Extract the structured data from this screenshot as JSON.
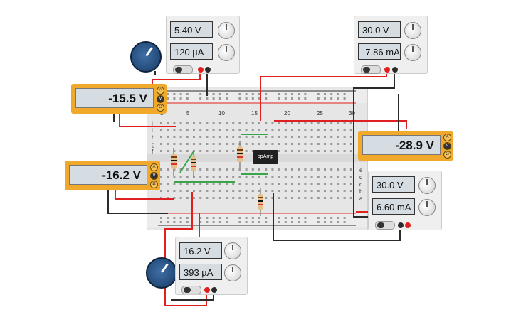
{
  "psu_top_left": {
    "voltage": "5.40 V",
    "current": "120 µA"
  },
  "psu_top_right": {
    "voltage": "30.0 V",
    "current": "-7.86 mA"
  },
  "psu_right": {
    "voltage": "30.0 V",
    "current": "6.60 mA"
  },
  "psu_bottom": {
    "voltage": "16.2 V",
    "current": "393 µA"
  },
  "meter_top_left": {
    "reading": "-15.5 V"
  },
  "meter_left": {
    "reading": "-16.2 V"
  },
  "meter_right": {
    "reading": "-28.9 V"
  },
  "chip": {
    "label": "opAmp"
  },
  "breadboard": {
    "row_letters_top": [
      "j",
      "i",
      "h",
      "g",
      "f"
    ],
    "row_letters_bottom": [
      "e",
      "d",
      "c",
      "b",
      "a"
    ],
    "column_numbers": [
      "1",
      "5",
      "10",
      "15",
      "20",
      "25",
      "30"
    ]
  },
  "colors": {
    "wire_red": "#e0201e",
    "wire_black": "#2b2b2b",
    "wire_green": "#3aa64a",
    "meter_orange": "#f0a92a"
  }
}
